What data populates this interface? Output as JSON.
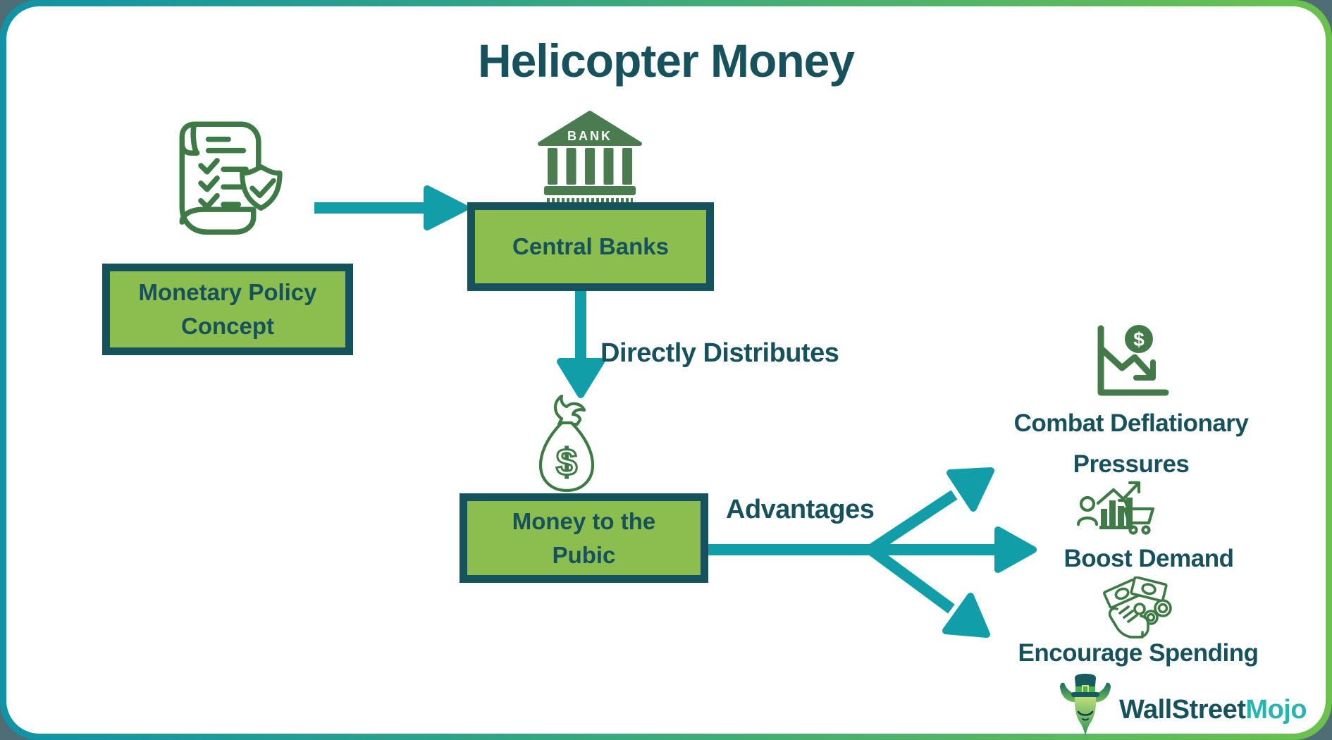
{
  "title": "Helicopter Money",
  "flow": {
    "monetary_policy": {
      "label": "Monetary Policy Concept"
    },
    "central_banks": {
      "label": "Central Banks",
      "bank_sign": "BANK"
    },
    "directly_distributes_label": "Directly Distributes",
    "money_public": {
      "label": "Money to the Pubic"
    },
    "advantages_label": "Advantages"
  },
  "advantages": [
    {
      "label": "Combat Deflationary Pressures",
      "icon": "deflation-chart-icon"
    },
    {
      "label": "Boost Demand",
      "icon": "demand-growth-cart-icon"
    },
    {
      "label": "Encourage Spending",
      "icon": "hand-money-icon"
    }
  ],
  "glyphs": {
    "dollar": "$"
  },
  "branding": {
    "wallstreet": "WallStreet",
    "mojo": "Mojo"
  },
  "colors": {
    "dark_teal_text": "#17525C",
    "box_fill": "#8CBD4F",
    "box_border": "#16525C",
    "arrow_teal": "#129EA9",
    "icon_green_outline": "#3E7A45",
    "icon_green_fill": "#4A7C50",
    "mojo_teal": "#2BB3AE",
    "frame_gradient_left": "#0F93A6",
    "frame_gradient_right": "#6CC14E",
    "outer_background": "#4E6D74"
  }
}
